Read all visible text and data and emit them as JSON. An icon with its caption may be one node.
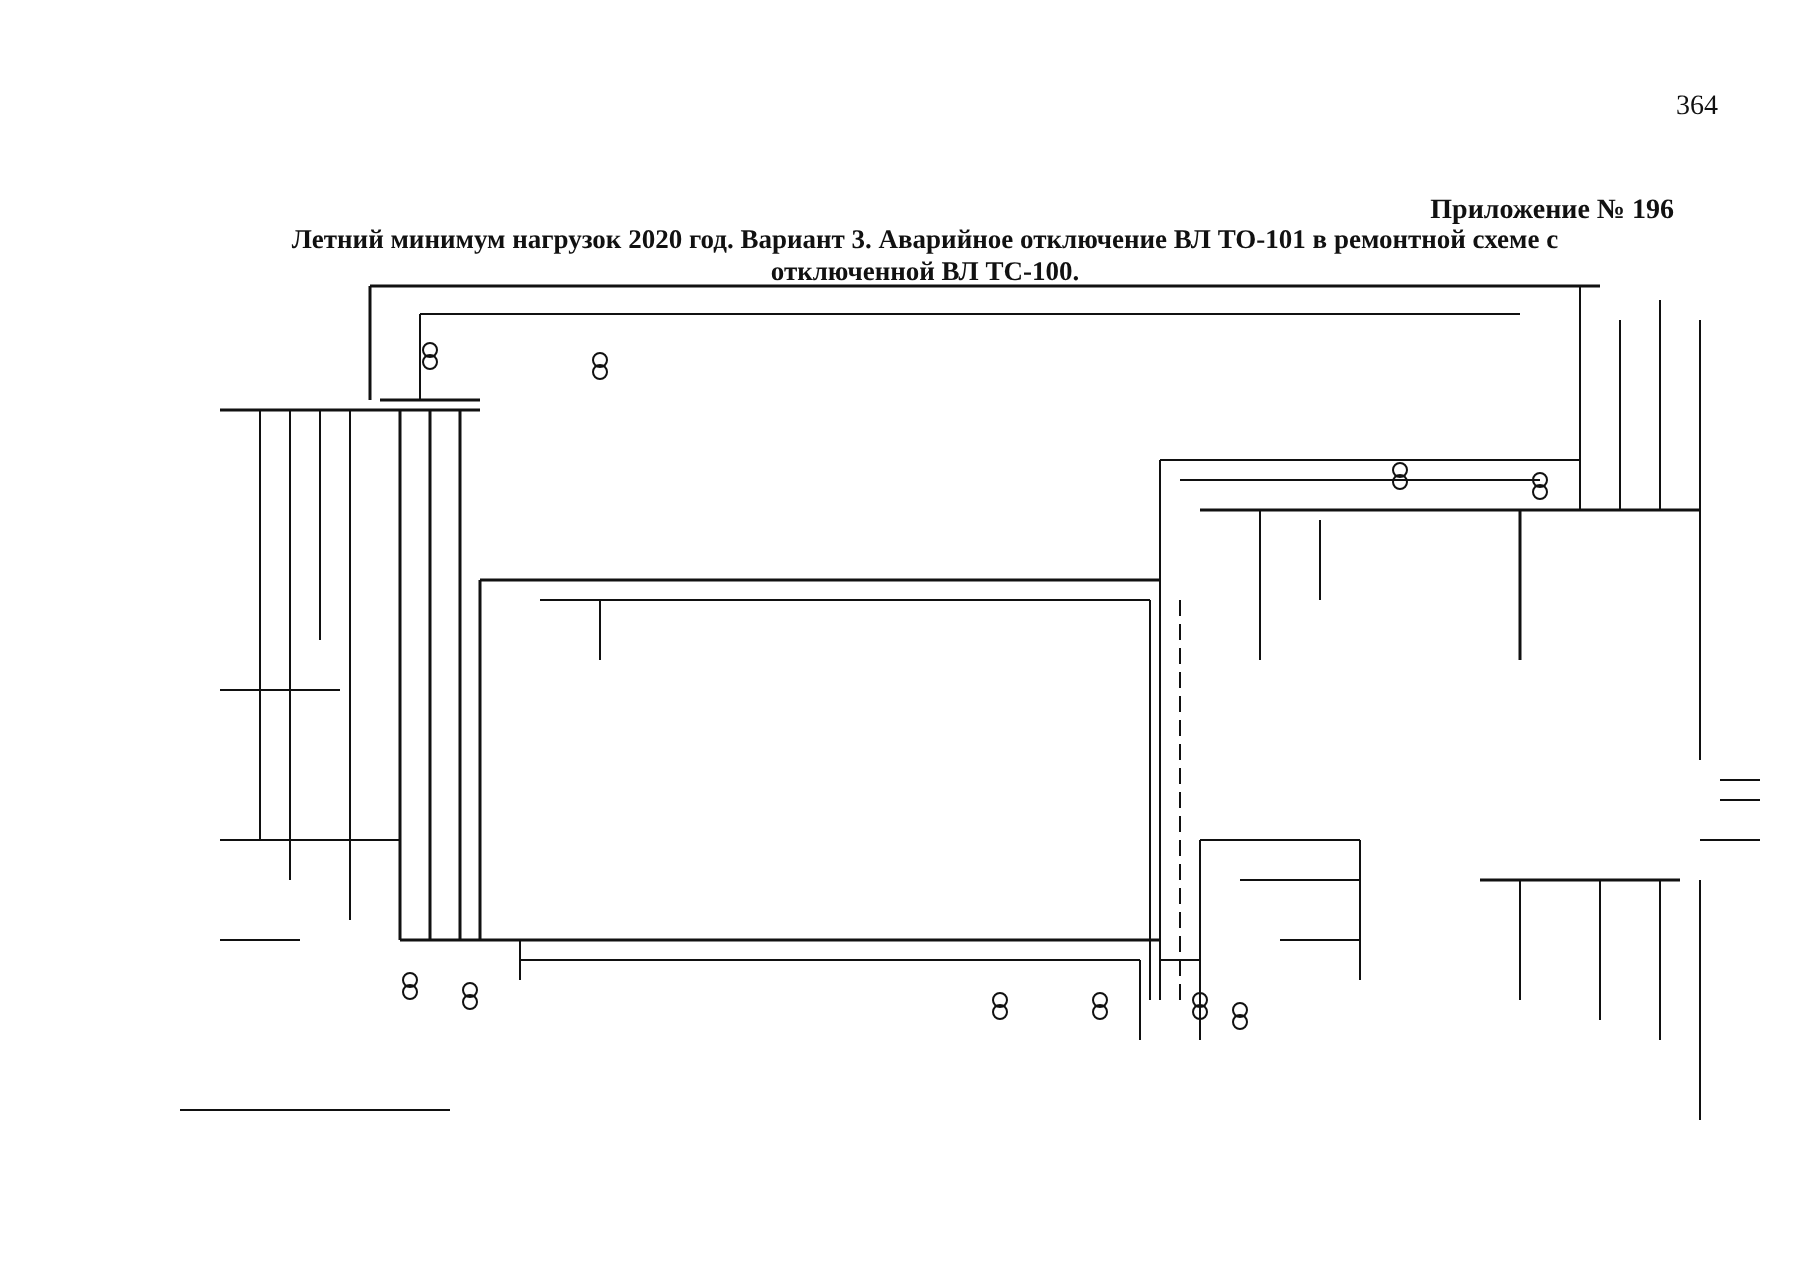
{
  "diagram": {
    "title": "Летний минимум нагрузок 2020 год. Вариант 3. Аварийное отключение ВЛ ТО-101 в ремонтной схеме с отключенной ВЛ ТС-100.",
    "labels": [
      "364",
      "Приложение № 196"
    ]
  }
}
